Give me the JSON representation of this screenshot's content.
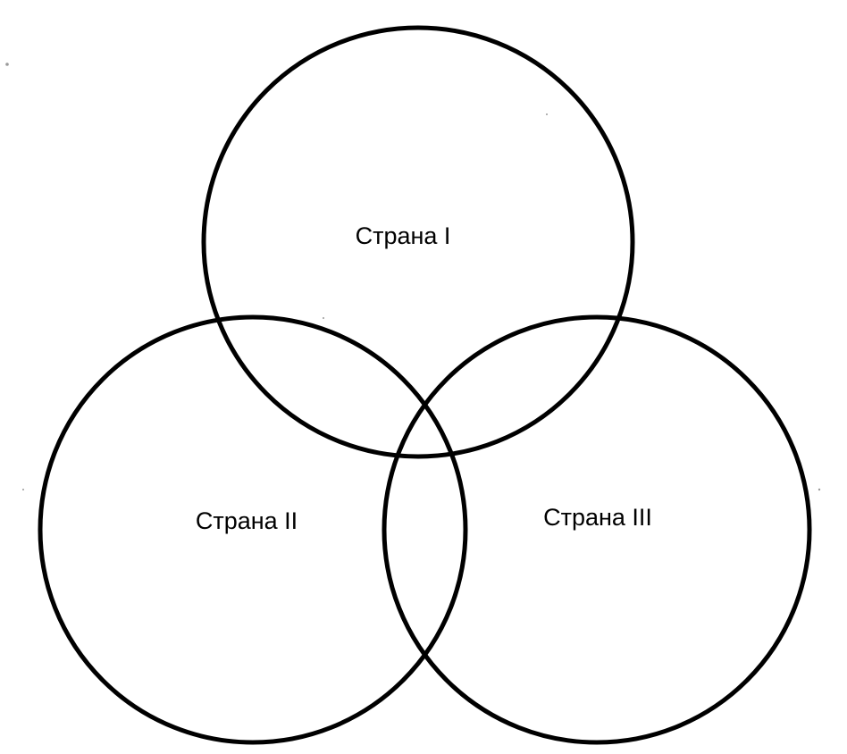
{
  "diagram": {
    "type": "venn",
    "stroke_color": "#000000",
    "background_color": "#ffffff",
    "sets": [
      {
        "label": "Страна I"
      },
      {
        "label": "Страна II"
      },
      {
        "label": "Страна III"
      }
    ]
  }
}
